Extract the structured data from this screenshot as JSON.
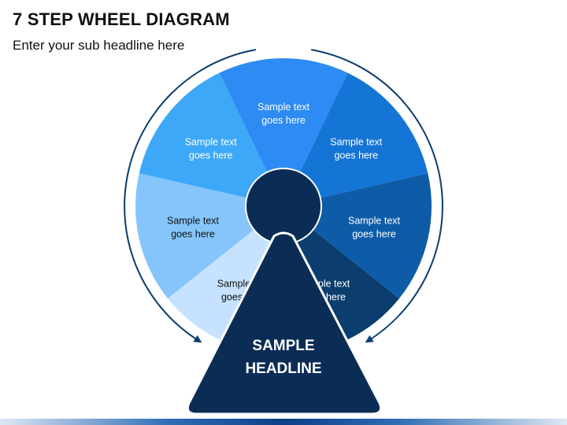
{
  "header": {
    "title": "7 STEP WHEEL DIAGRAM",
    "subtitle": "Enter your sub headline here"
  },
  "wheel": {
    "segments": [
      {
        "line1": "Sample text",
        "line2": "goes here",
        "color": "#2E8BF3",
        "text_color": "#ffffff"
      },
      {
        "line1": "Sample text",
        "line2": "goes here",
        "color": "#1475D6",
        "text_color": "#ffffff"
      },
      {
        "line1": "Sample text",
        "line2": "goes here",
        "color": "#0E5CA8",
        "text_color": "#ffffff"
      },
      {
        "line1": "Sample text",
        "line2": "goes here",
        "color": "#0B3E6E",
        "text_color": "#ffffff"
      },
      {
        "line1": "Sample text",
        "line2": "goes here",
        "color": "#C6E2FF",
        "text_color": "#111111"
      },
      {
        "line1": "Sample text",
        "line2": "goes here",
        "color": "#85C5FB",
        "text_color": "#111111"
      },
      {
        "line1": "Sample text",
        "line2": "goes here",
        "color": "#3DA8F8",
        "text_color": "#ffffff"
      }
    ],
    "hub_color": "#0B2D55",
    "arrow_color": "#0B3E6E"
  },
  "headline": {
    "line1": "SAMPLE",
    "line2": "HEADLINE",
    "color": "#0B2D55"
  }
}
